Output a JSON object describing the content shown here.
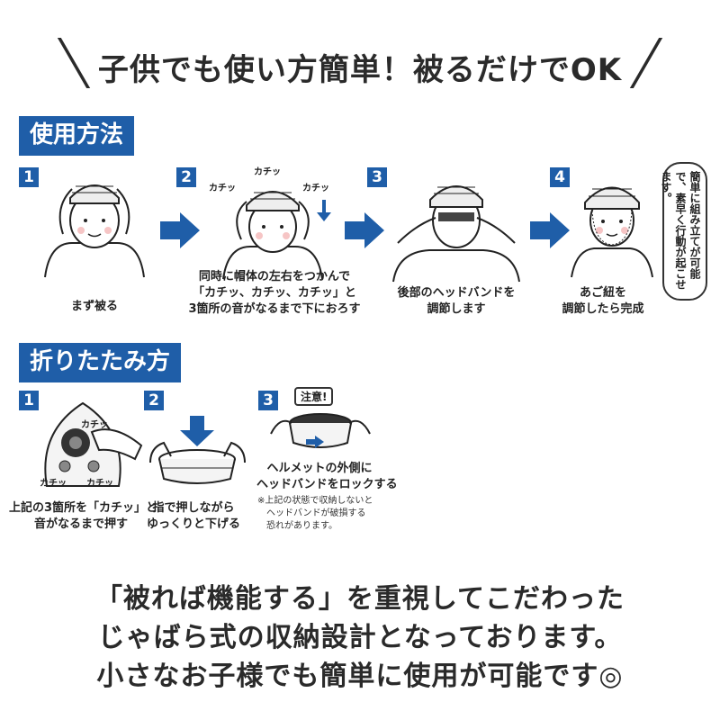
{
  "headline": "子供でも使い方簡単！被るだけでOK",
  "usage": {
    "title": "使用方法",
    "steps": [
      {
        "num": "1",
        "caption": [
          "まず被る"
        ]
      },
      {
        "num": "2",
        "caption": [
          "同時に帽体の左右をつかんで",
          "「カチッ、カチッ、カチッ」と",
          "3箇所の音がなるまで下におろす"
        ],
        "sounds": [
          "カチッ",
          "カチッ",
          "カチッ"
        ]
      },
      {
        "num": "3",
        "caption": [
          "後部のヘッドバンドを",
          "調節します"
        ]
      },
      {
        "num": "4",
        "caption": [
          "あご紐を",
          "調節したら完成"
        ]
      }
    ],
    "bubble": "簡単に組み立てが可能で、素早く行動が起こせます。"
  },
  "folding": {
    "title": "折りたたみ方",
    "steps": [
      {
        "num": "1",
        "caption": [
          "上記の3箇所を「カチッ」と",
          "音がなるまで押す"
        ],
        "sounds": [
          "カチッ",
          "カチッ",
          "カチッ"
        ]
      },
      {
        "num": "2",
        "caption": [
          "指で押しながら",
          "ゆっくりと下げる"
        ]
      },
      {
        "num": "3",
        "caution": "注意!",
        "caption": [
          "ヘルメットの外側に",
          "ヘッドバンドをロックする"
        ],
        "note": [
          "※上記の状態で収納しないと",
          "ヘッドバンドが破損する",
          "恐れがあります。"
        ]
      }
    ]
  },
  "bottom": [
    "「被れば機能する」を重視してこだわった",
    "じゃばら式の収納設計となっております。",
    "小さなお子様でも簡単に使用が可能です◎"
  ],
  "colors": {
    "accent": "#1f5ea8",
    "text": "#222222",
    "skin": "#ffffff"
  }
}
